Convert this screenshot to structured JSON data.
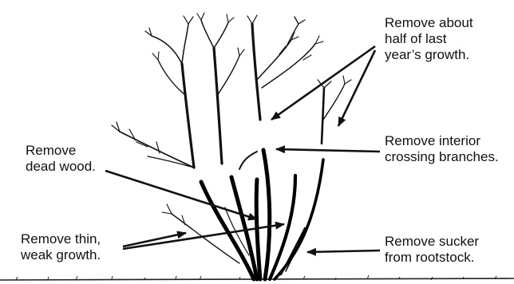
{
  "labels": {
    "remove_half_growth": [
      "Remove about",
      "half of last",
      "year’s growth."
    ],
    "remove_dead_wood": [
      "Remove",
      "dead wood."
    ],
    "remove_interior_crossing": [
      "Remove interior",
      "crossing branches."
    ],
    "remove_thin_growth": [
      "Remove thin,",
      "weak growth."
    ],
    "remove_sucker": [
      "Remove sucker",
      "from rootstock."
    ]
  },
  "colors": {
    "ink": "#111111",
    "background": "#ffffff"
  }
}
